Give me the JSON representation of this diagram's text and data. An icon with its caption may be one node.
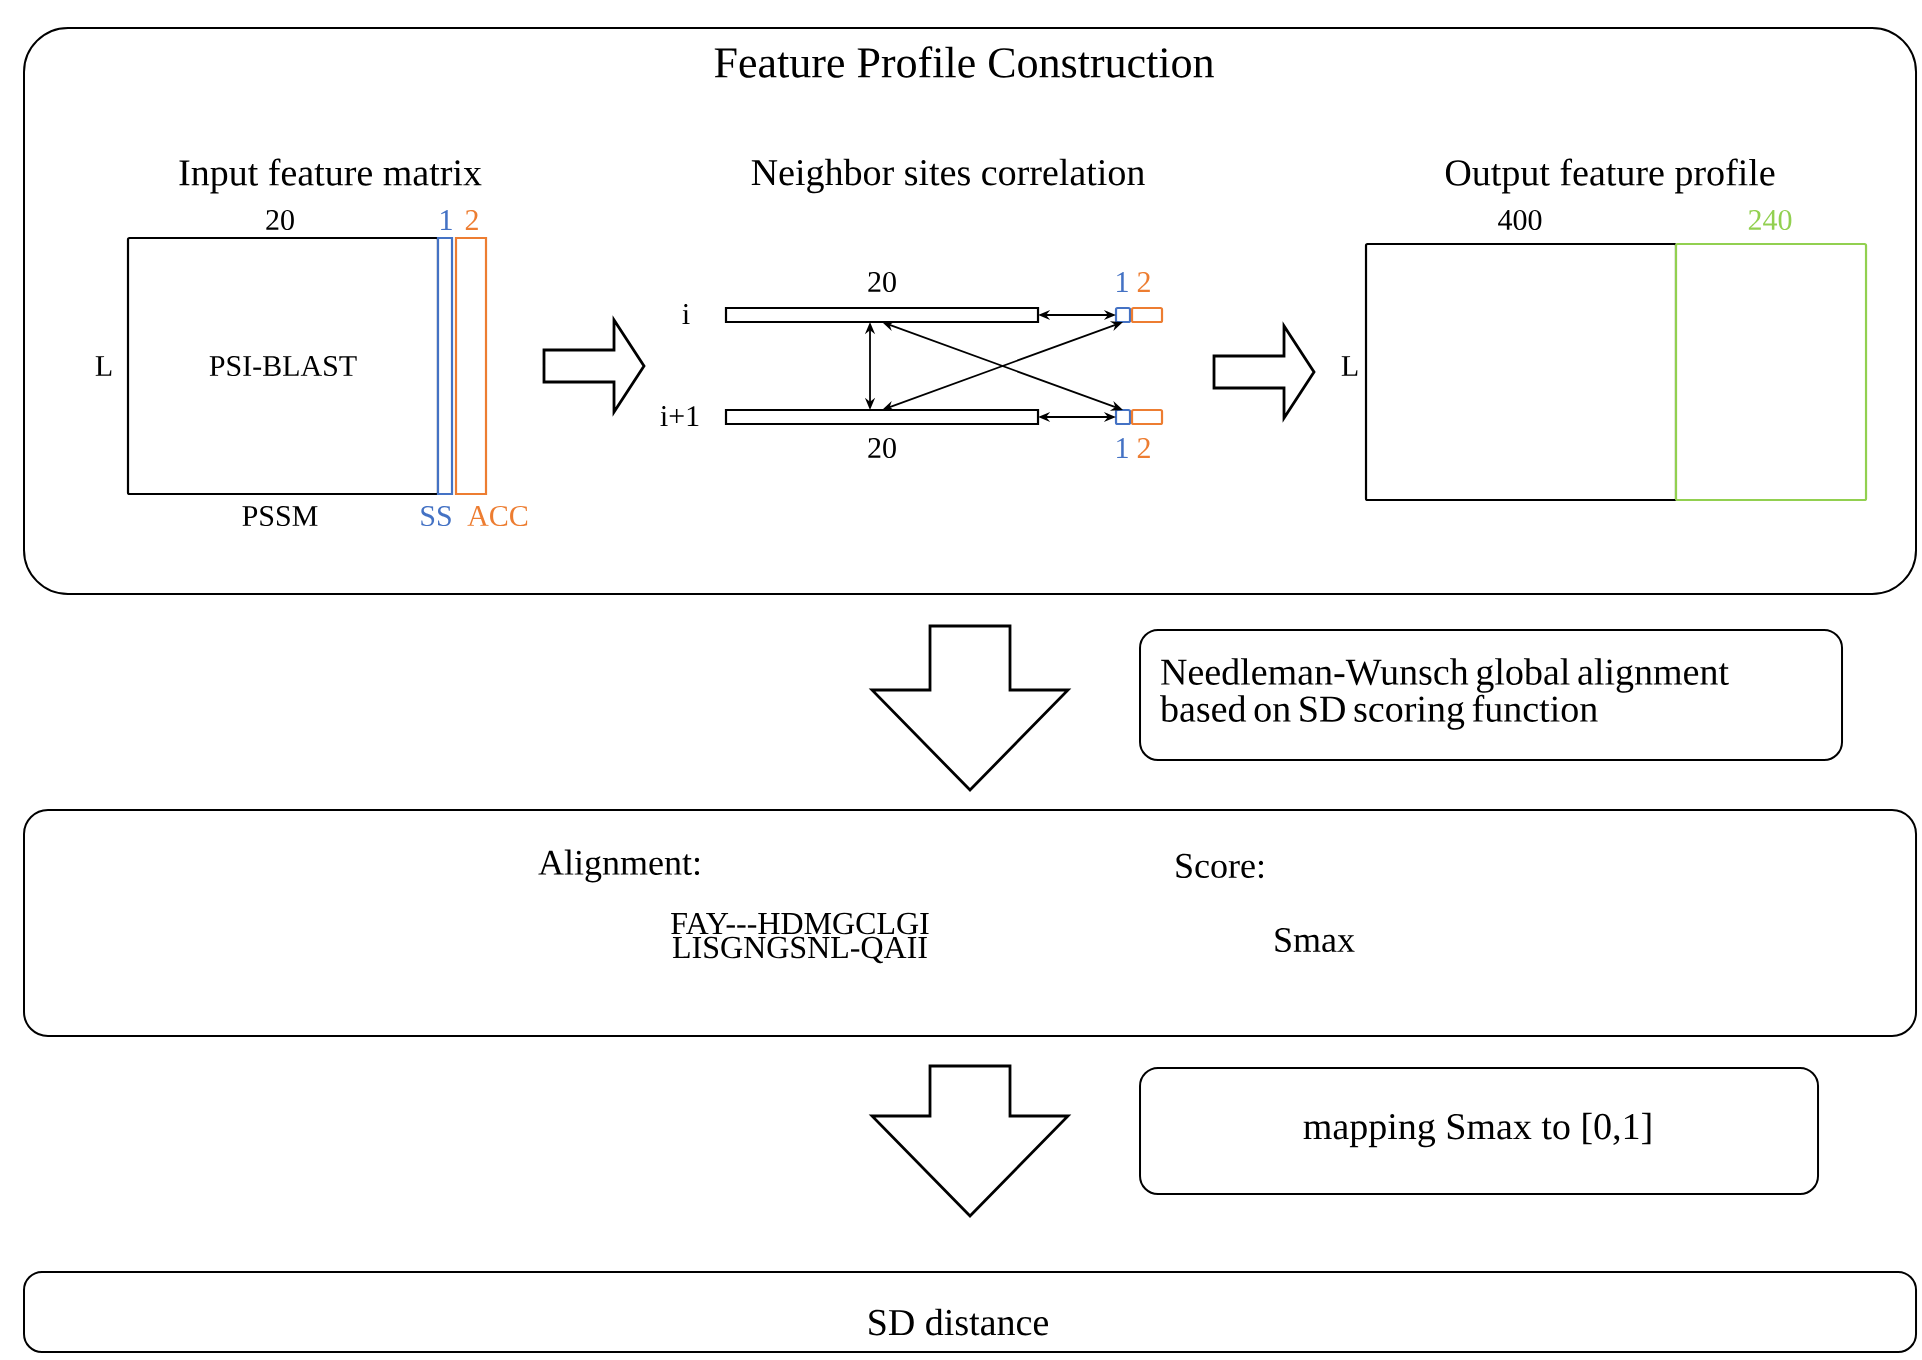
{
  "diagram": {
    "nodes": [
      {
        "text": [
          "Feature Profile Construction"
        ]
      },
      {
        "text": [
          "PSI-BLAST"
        ],
        "in": 0
      },
      {
        "text": [],
        "shape": "bar",
        "in": 0
      },
      {
        "text": [],
        "shape": "bar",
        "in": 0
      },
      {
        "text": [],
        "shape": "bar",
        "in": 0
      },
      {
        "text": [],
        "shape": "box",
        "in": 0
      },
      {
        "text": [],
        "shape": "box",
        "in": 0
      },
      {
        "text": [],
        "shape": "bar",
        "in": 0
      },
      {
        "text": [],
        "shape": "box",
        "in": 0
      },
      {
        "text": [],
        "shape": "box",
        "in": 0
      },
      {
        "text": [],
        "shape": "box",
        "in": 0
      },
      {
        "text": [],
        "shape": "box",
        "in": 0
      },
      {
        "text": [
          "Alignment:",
          "FAY---HDMGCLGI LISGNGSNL-QAII",
          "Score:",
          "Smax"
        ]
      },
      {
        "text": [
          "Needleman-Wunsch global alignment based on SD scoring function"
        ]
      },
      {
        "text": [
          "mapping Smax to [0,1]"
        ]
      },
      {
        "text": [
          "SD distance"
        ]
      }
    ],
    "edges": [
      {
        "from": 3,
        "to": 4,
        "arrow": "to",
        "style": "thick"
      },
      {
        "from": 4,
        "to": 5,
        "arrow": "both"
      },
      {
        "from": 7,
        "to": 8,
        "arrow": "both"
      },
      {
        "from": 4,
        "to": 7,
        "arrow": "both"
      },
      {
        "from": 4,
        "to": 8,
        "arrow": "both"
      },
      {
        "from": 7,
        "to": 5,
        "arrow": "both"
      },
      {
        "from": 6,
        "to": 10,
        "arrow": "to",
        "style": "thick"
      },
      {
        "from": 0,
        "to": 12,
        "arrow": "to",
        "style": "thick"
      },
      {
        "from": 12,
        "to": 15,
        "arrow": "to",
        "style": "thick"
      }
    ],
    "labels": [
      "Input feature matrix",
      "Neighbor sites correlation",
      "Output feature profile",
      "20",
      "1",
      "2",
      "400",
      "240",
      "20",
      "1",
      "2",
      "i",
      "L",
      "L",
      "i+1",
      "20",
      "1",
      "2",
      "PSSM",
      "SS",
      "ACC"
    ]
  }
}
